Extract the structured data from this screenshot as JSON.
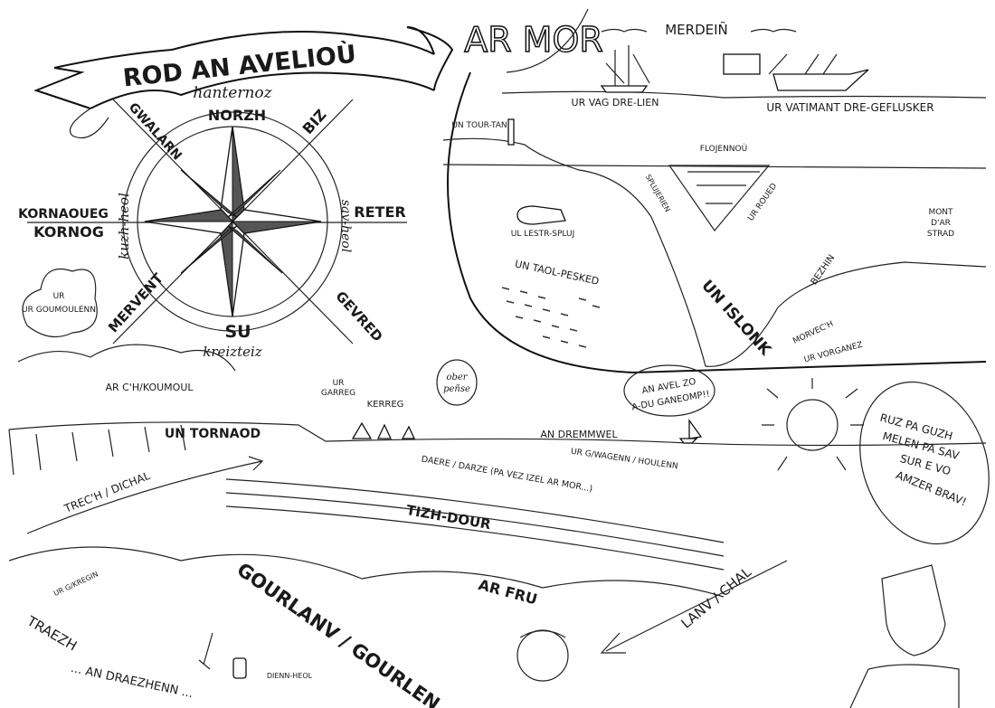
{
  "banner": {
    "title": "ROD AN AVELIOÙ"
  },
  "sea_title": "AR MOR",
  "compass": {
    "north_time": "hanternoz",
    "north": "NORZH",
    "northeast": "BIZ",
    "northwest": "GWALARN",
    "east": "RETER",
    "east_time": "sav-heol",
    "west_alt": "KORNAOUEG",
    "west": "KORNOG",
    "west_time": "kuzh-heol",
    "southwest": "MERVENT",
    "south": "SU",
    "south_time": "kreizteiz",
    "southeast": "GEVRED"
  },
  "sky": {
    "cloud": "UR GOUMOULENN",
    "clouds": "AR C'H/KOUMOUL"
  },
  "sea": {
    "high_sea": "MERDEIÑ",
    "sail_ship": "UR VAG DRE-LIEN",
    "motor_ship": "UR VATIMANT DRE-GEFLUSKER",
    "lighthouse": "UN TOUR-TAN",
    "floats": "FLOJENNOÙ",
    "divers": "SPLUJERIEN",
    "net": "UR ROUED",
    "submarine": "UL LESTR-SPLUJ",
    "fish_school": "UN TAOL-PESKED",
    "abyss": "UN ISLONK",
    "seaweed": "BEZHIN",
    "wreck": [
      "MONT",
      "D'AR",
      "STRAD"
    ],
    "mermaid": [
      "MORVEC'H",
      "UR VORGANEZ"
    ]
  },
  "coast": {
    "rock": [
      "UR",
      "GARREG"
    ],
    "rocks": "KERREG",
    "shipwreck_bubble": [
      "ober",
      "peñse"
    ],
    "cliff": "UN TORNAOD",
    "horizon": "AN DREMMWEL",
    "wave": "UR G/WAGENN / HOULENN",
    "neap": "DAERE / DARZE (PA VEZ IZEL AR MOR...)",
    "ebb_flow": "TREC'H / DICHAL",
    "current": "TIZH-DOUR",
    "foam": "AR FRU",
    "spring_tide": "GOURLANV / GOURLEN",
    "tide": "LANV / CHAL",
    "shells": "UR G/KREGIN",
    "beach": "TRAEZH",
    "shore": "... AN DRAEZHENN ...",
    "sunscreen": "DIENN-HEOL"
  },
  "speech": {
    "sailor_bubble": [
      "AN AVEL ZO",
      "A-DU GANEOMP!!"
    ],
    "fisherman_bubble": [
      "RUZ PA GUZH",
      "MELEN PA SAV",
      "SUR E VO",
      "AMZER BRAV!"
    ]
  }
}
